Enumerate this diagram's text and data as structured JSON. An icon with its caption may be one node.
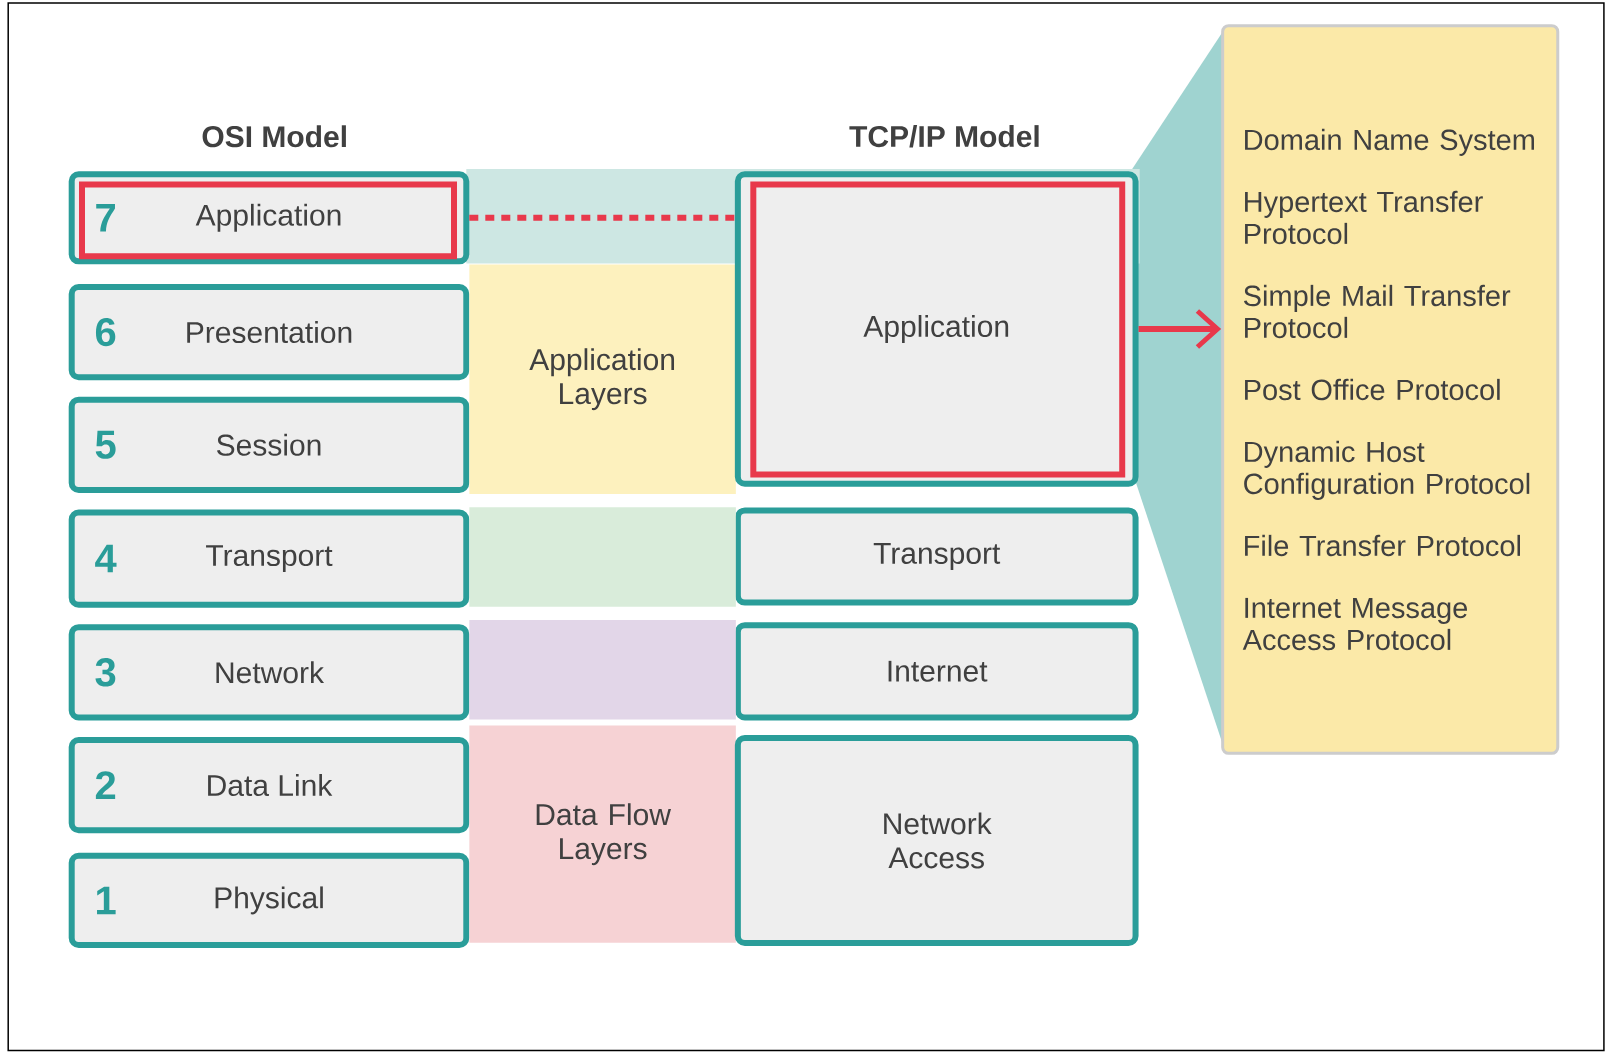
{
  "diagram": {
    "nodes": [
      {
        "text": [
          "7",
          "Application"
        ]
      },
      {
        "text": [
          "6",
          "Presentation"
        ]
      },
      {
        "text": [
          "5",
          "Session"
        ]
      },
      {
        "text": [
          "4",
          "Transport"
        ]
      },
      {
        "text": [
          "3",
          "Network"
        ]
      },
      {
        "text": [
          "2",
          "Data Link"
        ]
      },
      {
        "text": [
          "1",
          "Physical"
        ]
      },
      {
        "text": [
          "Application Layers"
        ]
      },
      {
        "text": [
          "Data Flow Layers"
        ]
      },
      {
        "text": [
          "Application"
        ]
      },
      {
        "text": [
          "Transport"
        ]
      },
      {
        "text": [
          "Internet"
        ]
      },
      {
        "text": [
          "Network Access"
        ]
      },
      {
        "text": [
          "Domain Name System",
          "Hypertext Transfer Protocol",
          "Simple Mail Transfer Protocol",
          "Post Office Protocol",
          "Dynamic Host Configuration Protocol",
          "File Transfer Protocol",
          "Internet Message Access Protocol"
        ]
      },
      {
        "text": [],
        "shape": "box"
      },
      {
        "text": [],
        "shape": "box"
      }
    ],
    "edges": [
      {
        "from": 0,
        "to": 9,
        "arrow": "none",
        "style": "dashed"
      },
      {
        "from": 9,
        "to": 13,
        "arrow": "to"
      }
    ],
    "labels": [
      "OSI Model",
      "TCP/IP Model"
    ]
  }
}
